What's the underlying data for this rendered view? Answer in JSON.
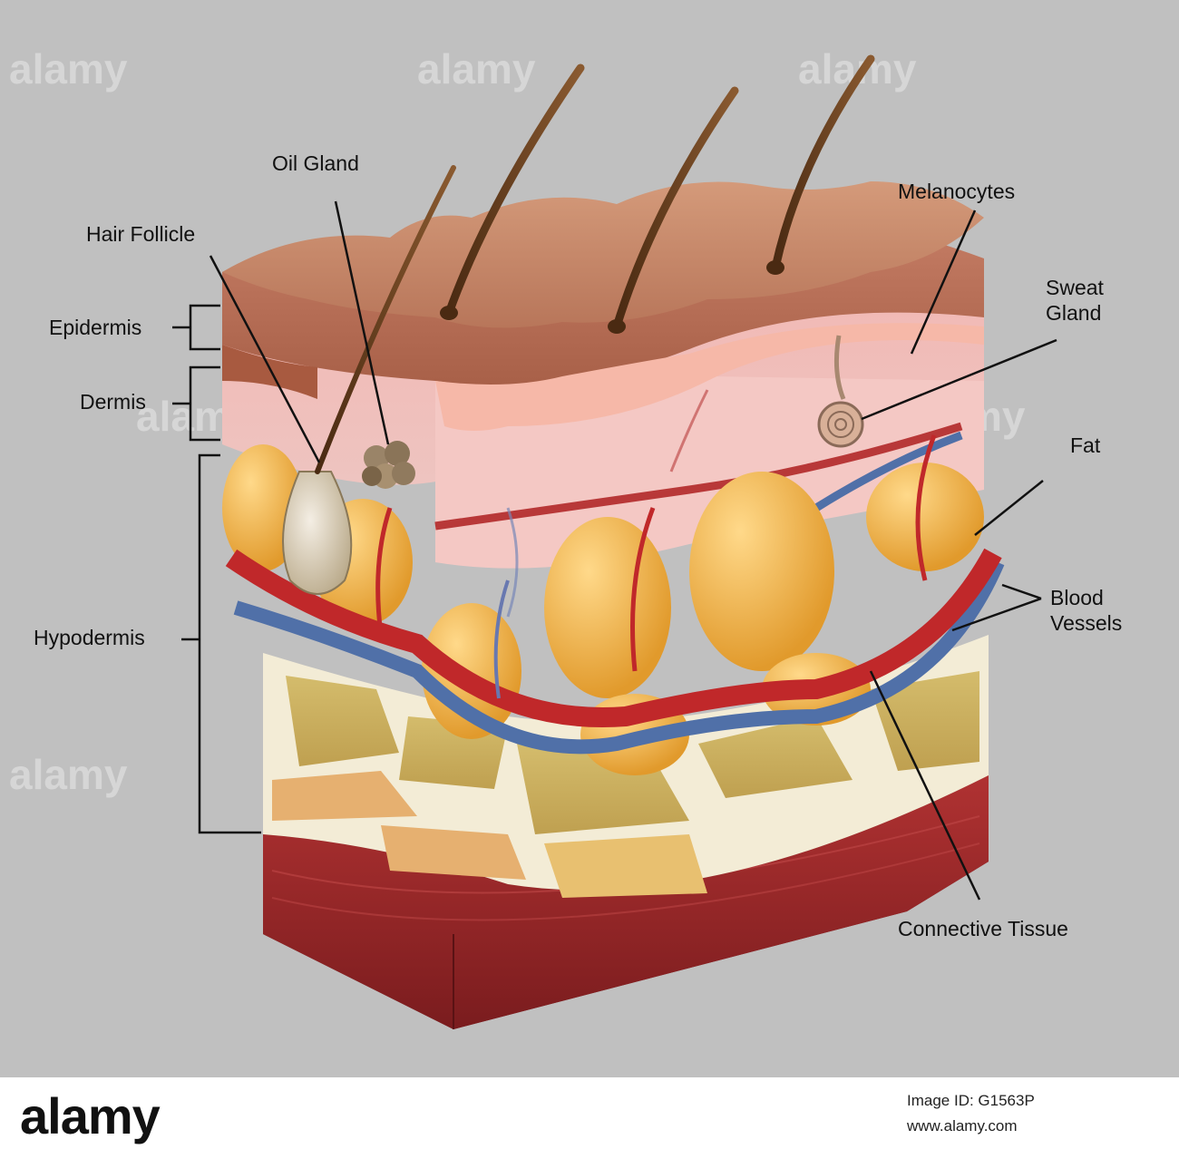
{
  "labels": {
    "oil_gland": "Oil Gland",
    "hair_follicle": "Hair Follicle",
    "epidermis": "Epidermis",
    "dermis": "Dermis",
    "hypodermis": "Hypodermis",
    "melanocytes": "Melanocytes",
    "sweat_gland_line1": "Sweat",
    "sweat_gland_line2": "Gland",
    "fat": "Fat",
    "blood_vessels_line1": "Blood",
    "blood_vessels_line2": "Vessels",
    "connective_tissue": "Connective Tissue"
  },
  "watermark": {
    "text": "alamy"
  },
  "footer": {
    "brand": "alamy",
    "image_id": "Image ID: G1563P",
    "site": "www.alamy.com"
  },
  "colors": {
    "background": "#c0c0c0",
    "skin_surface": "#c98a6a",
    "dermis": "#f0b4b0",
    "fat": "#f0b548",
    "artery": "#c0282a",
    "vein": "#5070a8",
    "connective_tissue": "#c8b060",
    "muscle": "#9c2a2c",
    "hair": "#6a4020"
  }
}
